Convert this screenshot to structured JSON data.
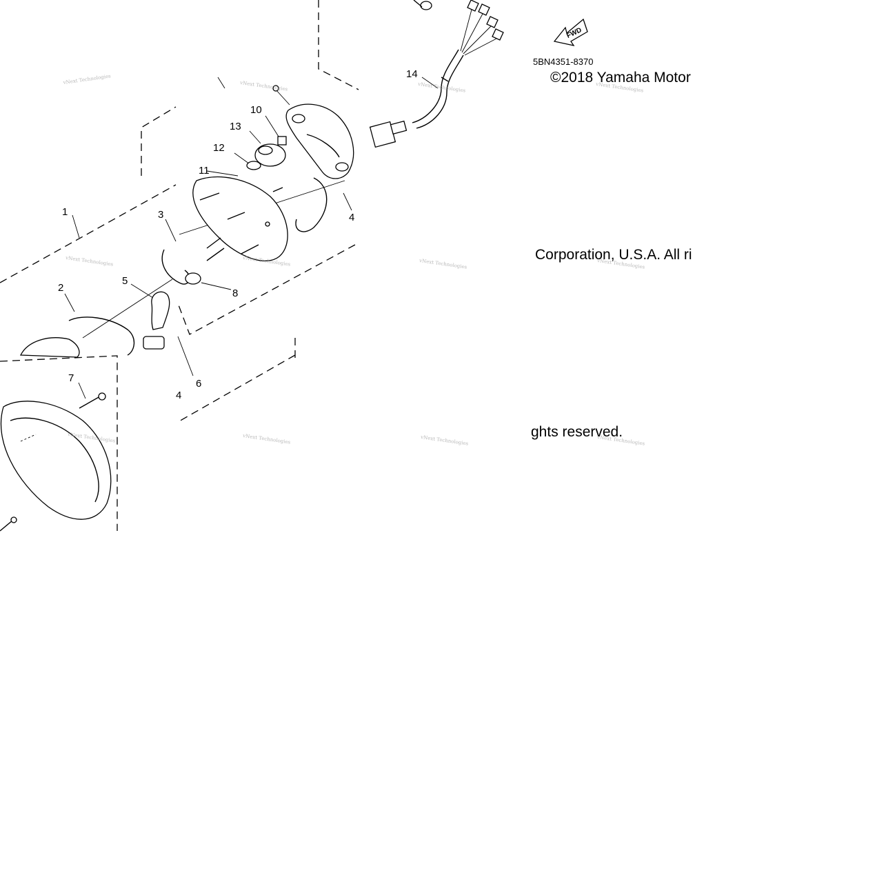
{
  "diagram": {
    "part_code": "5BN4351-8370",
    "copyright": {
      "line1": "©2018 Yamaha Motor",
      "line2": "Corporation, U.S.A. All ri",
      "line3": "ghts reserved."
    },
    "fwd_label": "FWD",
    "watermark": "vNext Technologies",
    "callouts": [
      "1",
      "2",
      "3",
      "4",
      "4",
      "5",
      "6",
      "7",
      "8",
      "10",
      "11",
      "12",
      "13",
      "14"
    ]
  },
  "colors": {
    "line": "#000000",
    "background": "#ffffff",
    "watermark": "#9a9a9a"
  }
}
